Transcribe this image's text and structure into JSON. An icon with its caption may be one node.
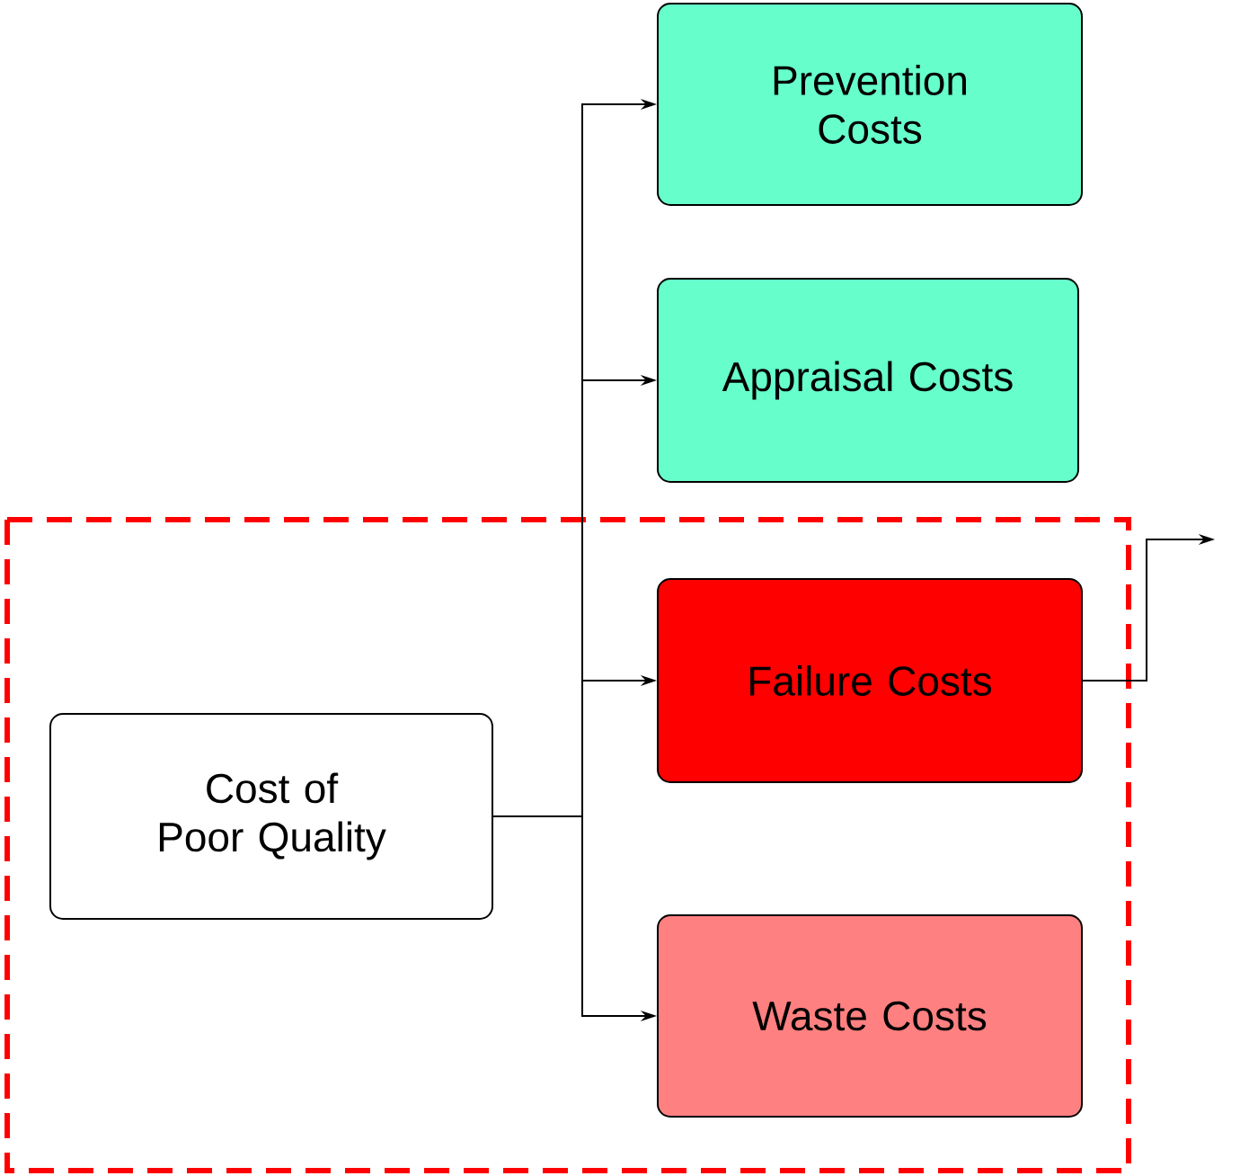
{
  "diagram": {
    "nodes": [
      {
        "text": [
          "Cost of Poor Quality"
        ]
      },
      {
        "text": [
          "Prevention Costs"
        ]
      },
      {
        "text": [
          "Appraisal Costs"
        ]
      },
      {
        "text": [
          "Failure Costs"
        ]
      },
      {
        "text": [
          "Waste Costs"
        ]
      }
    ],
    "edges": [
      {
        "from": 0,
        "to": 1,
        "arrow": "to"
      },
      {
        "from": 0,
        "to": 2,
        "arrow": "to"
      },
      {
        "from": 0,
        "to": 3,
        "arrow": "to"
      },
      {
        "from": 0,
        "to": 4,
        "arrow": "to"
      },
      {
        "from": 3,
        "to": null,
        "arrow": "to"
      }
    ]
  }
}
